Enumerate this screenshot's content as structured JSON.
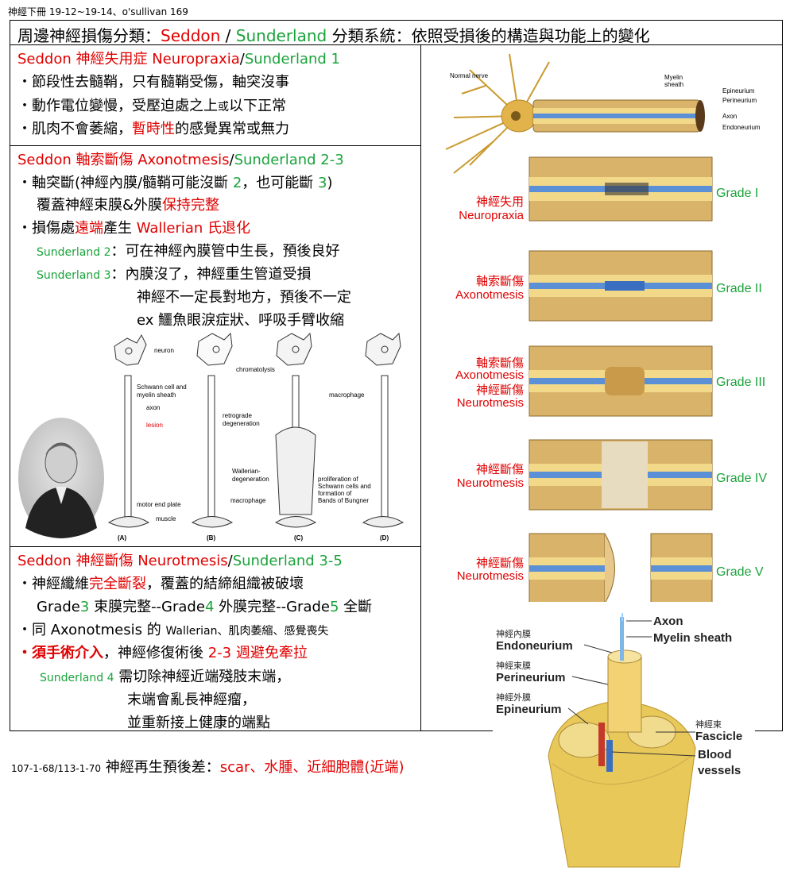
{
  "header": "神經下冊 19-12~19-14、o'sullivan 169",
  "title": {
    "prefix": "周邊神經損傷分類：",
    "seddon": "Seddon",
    "slash": " / ",
    "sunderland": "Sunderland",
    "suffix": " 分類系統：依照受損後的構造與功能上的變化"
  },
  "sec1": {
    "title_red": "Seddon 神經失用症 Neuropraxia",
    "title_slash": "/",
    "title_green": "Sunderland 1",
    "b1": "・節段性去髓鞘，只有髓鞘受傷，軸突沒事",
    "b2a": "・動作電位變慢，受壓迫處之上",
    "b2b": "或",
    "b2c": "以下正常",
    "b3a": "・肌肉不會萎縮，",
    "b3b": "暫時性",
    "b3c": "的感覺異常或無力"
  },
  "sec2": {
    "title_red": "Seddon 軸索斷傷 Axonotmesis",
    "title_slash": "/",
    "title_green": "Sunderland 2-3",
    "b1a": "・軸突斷(神經內膜/髓鞘可能沒斷 ",
    "b1b": "2",
    "b1c": "，也可能斷 ",
    "b1d": "3",
    "b1e": ")",
    "b1f": "覆蓋神經束膜&外膜",
    "b1g": "保持完整",
    "b2a": "・損傷處",
    "b2b": "遠端",
    "b2c": "產生 ",
    "b2d": "Wallerian 氏退化",
    "s2_label": "Sunderland 2",
    "s2_text": "：可在神經內膜管中生長，預後良好",
    "s3_label": "Sunderland 3",
    "s3_text": "：內膜沒了，神經重生管道受損",
    "s3_text2": "神經不一定長對地方，預後不一定",
    "s3_text3": "ex 鱷魚眼淚症狀、呼吸手臂收縮"
  },
  "figure_labels": {
    "neuron": "neuron",
    "chromatolysis": "chromatolysis",
    "schwann": "Schwann cell and",
    "myelin": "myelin sheath",
    "axon": "axon",
    "lesion": "lesion",
    "retrograde": "retrograde",
    "degeneration": "degeneration",
    "wallerian": "Wallerian-",
    "wdegeneration": "degeneration",
    "macrophage": "macrophage",
    "macrophage2": "macrophage",
    "prolif1": "proliferation of",
    "prolif2": "Schwann cells and",
    "prolif3": "formation of",
    "prolif4": "Bands of Bungner",
    "motor": "motor end plate",
    "muscle": "muscle",
    "a": "(A)",
    "b": "(B)",
    "c": "(C)",
    "d": "(D)"
  },
  "sec3": {
    "title_red": "Seddon 神經斷傷 Neurotmesis",
    "title_slash": "/",
    "title_green": "Sunderland 3-5",
    "b1a": "・神經纖維",
    "b1b": "完全斷裂",
    "b1c": "，覆蓋的結締組織被破壞",
    "g3": "Grade",
    "g3n": "3",
    "g3t": " 束膜完整--Grade",
    "g4n": "4",
    "g4t": " 外膜完整--Grade",
    "g5n": "5",
    "g5t": " 全斷",
    "b2a": "・同 Axonotmesis 的 ",
    "b2b": "Wallerian、肌肉萎縮、感覺喪失",
    "b3a": "・須手術介入",
    "b3b": "，神經修復術後 ",
    "b3c": "2-3 週避免牽拉",
    "s4_label": "Sunderland 4",
    "s4_text": " 需切除神經近端殘肢末端，",
    "s4_text2": "末端會亂長神經瘤，",
    "s4_text3": "並重新接上健康的端點"
  },
  "right_fig": {
    "normal": "Normal nerve",
    "myelin": "Myelin",
    "sheath": "sheath",
    "epi": "Epineurium",
    "peri": "Perineurium",
    "axon": "Axon",
    "endo": "Endoneurium",
    "g1": "Grade I",
    "g2": "Grade II",
    "g3": "Grade III",
    "g4": "Grade IV",
    "g5": "Grade V",
    "l1a": "神經失用",
    "l1b": "Neuropraxia",
    "l2a": "軸索斷傷",
    "l2b": "Axonotmesis",
    "l3a": "軸索斷傷",
    "l3b": "Axonotmesis",
    "l3c": "神經斷傷",
    "l3d": "Neurotmesis",
    "l4a": "神經斷傷",
    "l4b": "Neurotmesis",
    "l5a": "神經斷傷",
    "l5b": "Neurotmesis"
  },
  "anatomy": {
    "axon": "Axon",
    "myelin": "Myelin sheath",
    "endo_zh": "神經內膜",
    "endo": "Endoneurium",
    "peri_zh": "神經束膜",
    "peri": "Perineurium",
    "epi_zh": "神經外膜",
    "epi": "Epineurium",
    "fasc_zh": "神經束",
    "fasc": "Fascicle",
    "blood1": "Blood",
    "blood2": "vessels"
  },
  "bottom": {
    "ref": "107-1-68/113-1-70",
    "text": " 神經再生預後差：",
    "red": "scar、水腫、近細胞體(近端)"
  },
  "colors": {
    "red": "#e00000",
    "green": "#1aa33a",
    "nerve_tan": "#d9b36a",
    "myelin_yellow": "#f2d98a",
    "axon_blue": "#5b8fd6"
  }
}
